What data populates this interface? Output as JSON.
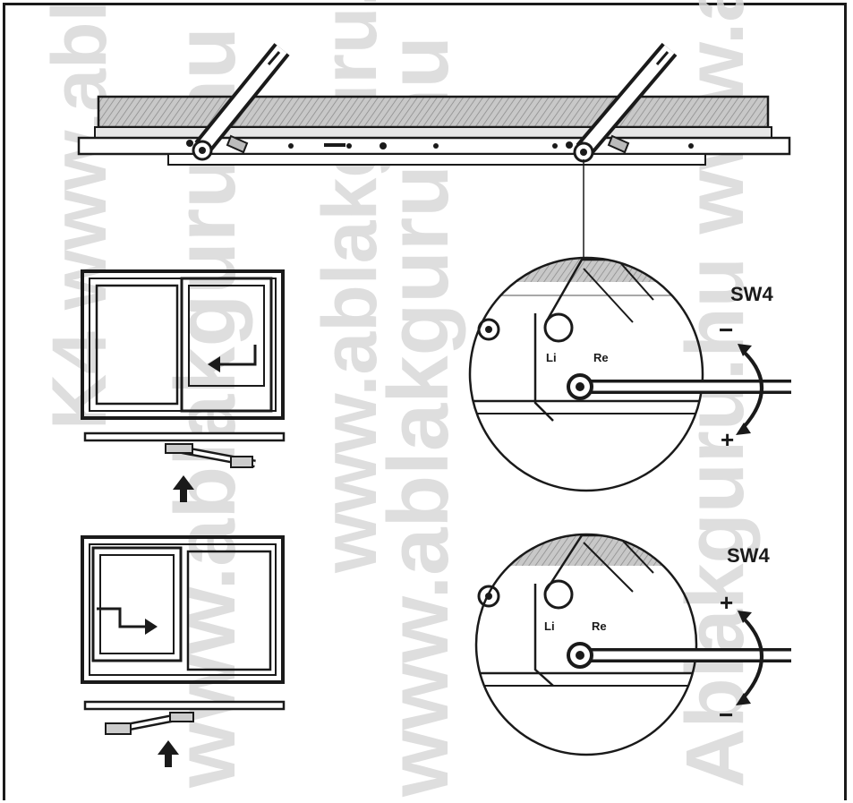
{
  "watermark": {
    "text_1": "K4 www.ablakguru.hu",
    "text_2": "www.ablakguru.hu",
    "text_3": "www.ablakguru.hu Ablakguru.hu",
    "text_4": "www.ablakguru.hu",
    "text_5": "Ablakguru.hu www.abl"
  },
  "top_detail": {
    "label_1": "SW4",
    "minus_1": "−",
    "plus_1": "+",
    "left_mark_1": "Li",
    "right_mark_1": "Re"
  },
  "bottom_detail": {
    "label_2": "SW4",
    "plus_2": "+",
    "minus_2": "−",
    "left_mark_2": "Li",
    "right_mark_2": "Re"
  },
  "colors": {
    "ink": "#1a1a1a",
    "watermark": "#d9d9d9",
    "hatch": "#9a9a9a"
  }
}
